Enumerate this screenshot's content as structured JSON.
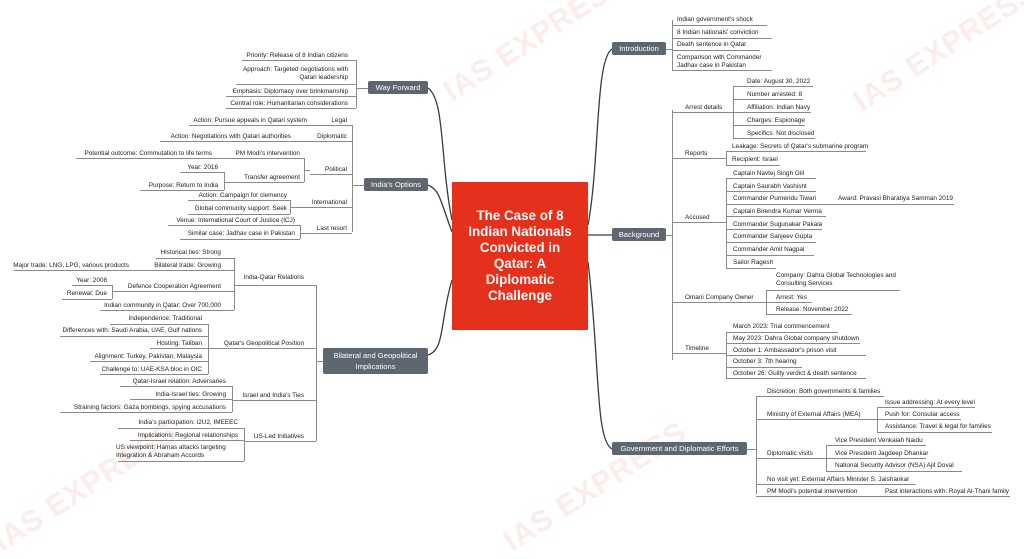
{
  "title": "The Case of 8 Indian Nationals Convicted in Qatar: A Diplomatic Challenge",
  "watermark": "IAS EXPRESS",
  "colors": {
    "central": "#e5311c",
    "branch": "#5e6670",
    "line": "#3b3b3b"
  },
  "branches": {
    "introduction": {
      "label": "Introduction",
      "items": [
        "Indian government's shock",
        "8 Indian nationals' conviction",
        "Death sentence in Qatar",
        "Comparison with Commander Jadhav case in Pakistan"
      ]
    },
    "background": {
      "label": "Background",
      "arrest": {
        "label": "Arrest details",
        "items": [
          "Date: August 30, 2022",
          "Number arrested: 8",
          "Affiliation: Indian Navy",
          "Charges: Espionage",
          "Specifics: Not disclosed"
        ]
      },
      "reports": {
        "label": "Reports",
        "items": [
          "Leakage: Secrets of Qatar's submarine program",
          "Recipient: Israel"
        ]
      },
      "accused": {
        "label": "Accused",
        "items": [
          "Captain Navtej Singh Gill",
          "Captain Saurabh Vashisht",
          "Commander Purnendu Tiwari",
          "Captain Birendra Kumar Verma",
          "Commander Sugunakar Pakala",
          "Commander Sanjeev Gupta",
          "Commander Amit Nagpal",
          "Sailor Ragesh"
        ],
        "award": "Award: Pravasi Bharatiya Samman 2019"
      },
      "owner": {
        "label": "Omani Company Owner",
        "items": [
          "Company: Dahra Global Technologies and Consulting Services",
          "Arrest: Yes",
          "Release: November 2022"
        ]
      },
      "timeline": {
        "label": "Timeline",
        "items": [
          "March 2023: Trial commencement",
          "May 2023: Dahra Global company shutdown",
          "October 1: Ambassador's prison visit",
          "October 3: 7th hearing",
          "October 26: Guilty verdict & death sentence"
        ]
      }
    },
    "government": {
      "label": "Government and Diplomatic Efforts",
      "discretion": "Discretion: Both governments & families",
      "mea": {
        "label": "Ministry of External Affairs (MEA)",
        "items": [
          "Issue addressing: At every level",
          "Push for: Consular access",
          "Assistance: Travel & legal for families"
        ]
      },
      "visits": {
        "label": "Diplomatic visits",
        "items": [
          "Vice President Venkaiah Naidu",
          "Vice President Jagdeep Dhankar",
          "National Security Advisor (NSA) Ajit Doval"
        ]
      },
      "no_visit": "No visit yet: External Affairs Minister S. Jaishankar",
      "pm": {
        "label": "PM Modi's potential intervention",
        "item": "Past interactions with: Royal Al-Thani family"
      }
    },
    "way_forward": {
      "label": "Way Forward",
      "items": [
        "Priority: Release of 8 Indian citizens",
        "Approach: Targeted negotiations with Qatari leadership",
        "Emphasis: Diplomacy over brinkmanship",
        "Central role: Humanitarian considerations"
      ]
    },
    "options": {
      "label": "India's Options",
      "legal": {
        "label": "Legal",
        "item": "Action: Pursue appeals in Qatari system"
      },
      "diplomatic": {
        "label": "Diplomatic",
        "item": "Action: Negotiations with Qatari authorities"
      },
      "political": {
        "label": "Political",
        "pm": {
          "label": "PM Modi's intervention",
          "item": "Potential outcome: Commutation to life terms"
        },
        "transfer": {
          "label": "Transfer agreement",
          "items": [
            "Year: 2016",
            "Purpose: Return to India"
          ]
        }
      },
      "international": {
        "label": "International",
        "items": [
          "Action: Campaign for clemency",
          "Global community support: Seek"
        ]
      },
      "last_resort": {
        "label": "Last resort",
        "items": [
          "Venue: International Court of Justice (ICJ)",
          "Similar case: Jadhav case in Pakistan"
        ]
      }
    },
    "bilateral": {
      "label": "Bilateral and Geopolitical Implications",
      "relations": {
        "label": "India-Qatar Relations",
        "historical": "Historical ties: Strong",
        "trade": {
          "label": "Bilateral trade: Growing",
          "item": "Major trade: LNG, LPG, various products"
        },
        "dca": {
          "label": "Defence Cooperation Agreement",
          "items": [
            "Year: 2008",
            "Renewal: Due"
          ]
        },
        "community": "Indian community in Qatar: Over 700,000"
      },
      "position": {
        "label": "Qatar's Geopolitical Position",
        "items": [
          "Independence: Traditional",
          "Differences with: Saudi Arabia, UAE, Gulf nations",
          "Hosting: Taliban",
          "Alignment: Turkey, Pakistan, Malaysia",
          "Challenge to: UAE-KSA bloc in OIC"
        ]
      },
      "israel": {
        "label": "Israel and India's Ties",
        "items": [
          "Qatar-Israel relation: Adversaries",
          "India-Israel ties: Growing",
          "Straining factors: Gaza bombings, spying accusations"
        ]
      },
      "us": {
        "label": "US-Led Initiatives",
        "items": [
          "India's participation: I2U2, IMEEEC",
          "Implications: Regional relationships",
          "US viewpoint: Hamas attacks targeting Integration & Abraham Accords"
        ]
      }
    }
  }
}
